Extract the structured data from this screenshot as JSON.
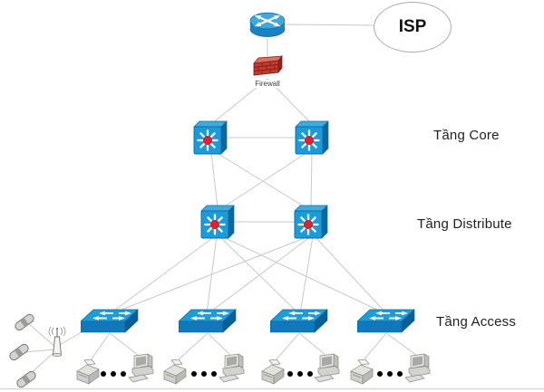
{
  "diagram": {
    "type": "network-topology-hierarchy",
    "isp_label": "ISP",
    "firewall_label": "Firewall",
    "layer_labels": {
      "core": "Tầng Core",
      "distribute": "Tầng Distribute",
      "access": "Tầng Access"
    },
    "icons": {
      "router": {
        "name": "router-icon",
        "count": 1
      },
      "firewall": {
        "name": "firewall-icon",
        "count": 1
      },
      "multilayer_switch": {
        "name": "multilayer-switch-icon",
        "count": 4
      },
      "workgroup_switch": {
        "name": "workgroup-switch-icon",
        "count": 4
      },
      "printer": {
        "name": "printer-icon",
        "count": 4
      },
      "desktop_computer": {
        "name": "desktop-computer-icon",
        "count": 4
      },
      "wireless_access_point": {
        "name": "access-point-icon",
        "count": 1
      },
      "mobile_device": {
        "name": "mobile-device-icon",
        "count": 3
      },
      "ellipsis_dots": {
        "name": "ellipsis-dots",
        "count": 4
      }
    },
    "topology": [
      [
        "router",
        "isp-cloud"
      ],
      [
        "router",
        "firewall"
      ],
      [
        "firewall",
        "core-switch-1"
      ],
      [
        "firewall",
        "core-switch-2"
      ],
      [
        "core-switch-1",
        "core-switch-2"
      ],
      [
        "core-switch-1",
        "distribute-switch-1"
      ],
      [
        "core-switch-1",
        "distribute-switch-2"
      ],
      [
        "core-switch-2",
        "distribute-switch-1"
      ],
      [
        "core-switch-2",
        "distribute-switch-2"
      ],
      [
        "distribute-switch-1",
        "distribute-switch-2"
      ],
      [
        "distribute-switch-1",
        "access-switch-1"
      ],
      [
        "distribute-switch-1",
        "access-switch-2"
      ],
      [
        "distribute-switch-1",
        "access-switch-3"
      ],
      [
        "distribute-switch-1",
        "access-switch-4"
      ],
      [
        "distribute-switch-2",
        "access-switch-1"
      ],
      [
        "distribute-switch-2",
        "access-switch-2"
      ],
      [
        "distribute-switch-2",
        "access-switch-3"
      ],
      [
        "distribute-switch-2",
        "access-switch-4"
      ],
      [
        "access-switch-1",
        "printer-1"
      ],
      [
        "access-switch-1",
        "computer-1"
      ],
      [
        "access-switch-2",
        "printer-2"
      ],
      [
        "access-switch-2",
        "computer-2"
      ],
      [
        "access-switch-3",
        "printer-3"
      ],
      [
        "access-switch-3",
        "computer-3"
      ],
      [
        "access-switch-4",
        "printer-4"
      ],
      [
        "access-switch-4",
        "computer-4"
      ],
      [
        "access-point",
        "access-switch-1"
      ],
      [
        "access-point",
        "mobile-device-1"
      ],
      [
        "access-point",
        "mobile-device-2"
      ],
      [
        "access-point",
        "mobile-device-3"
      ]
    ],
    "colors": {
      "device_blue": "#199cd9",
      "device_blue_light": "#41a8d8",
      "device_blue_dark": "#0c67a0",
      "switch_center_red": "#e5202e",
      "firewall_red": "#c03a30",
      "line_gray": "#c9c9c9",
      "text_dark": "#1f1f1f",
      "ellipse_border": "#ababab"
    }
  }
}
